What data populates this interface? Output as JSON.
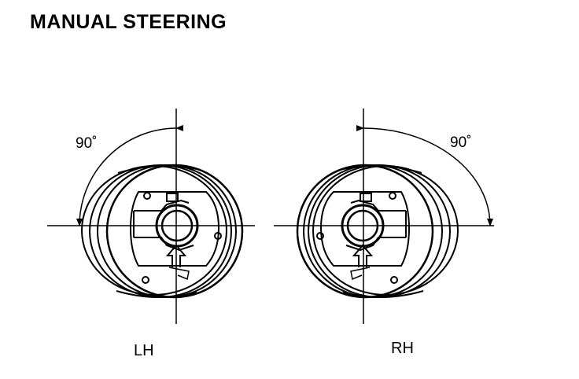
{
  "title": "MANUAL STEERING",
  "left": {
    "angle_label": "90˚",
    "side_label": "LH"
  },
  "right": {
    "angle_label": "90˚",
    "side_label": "RH"
  }
}
